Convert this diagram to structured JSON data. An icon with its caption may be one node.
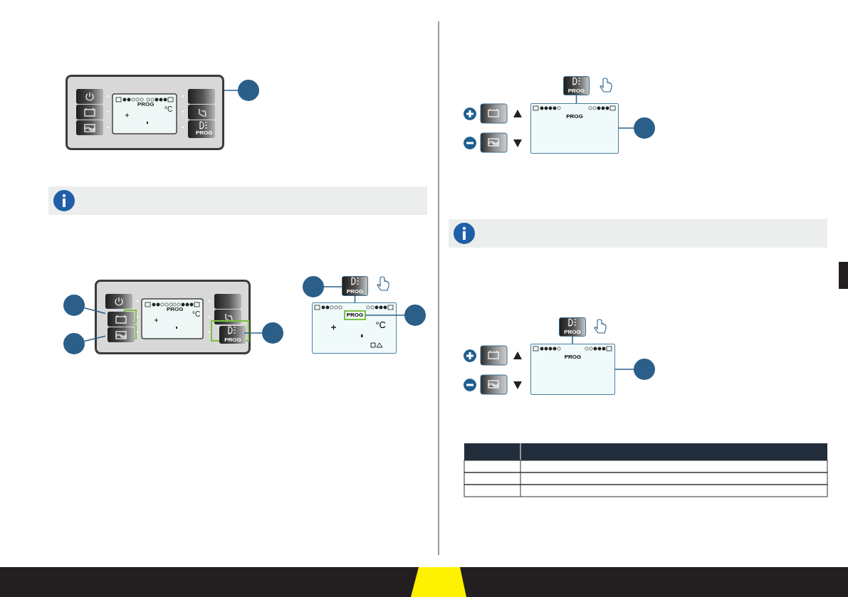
{
  "diagram": {
    "nodes": [
      {
        "text": [],
        "shape": "picture"
      },
      {
        "text": [],
        "shape": "circle"
      },
      {
        "text": [],
        "shape": "picture"
      },
      {
        "text": [],
        "shape": "box",
        "in": 2
      },
      {
        "text": [],
        "shape": "box",
        "in": 2
      },
      {
        "text": [
          "PROG"
        ],
        "in": 2
      },
      {
        "text": [],
        "shape": "circle"
      },
      {
        "text": [],
        "shape": "circle"
      },
      {
        "text": [],
        "shape": "circle"
      },
      {
        "text": [
          "PROG"
        ]
      },
      {
        "text": [
          "°C"
        ]
      },
      {
        "text": [
          "PROG"
        ],
        "in": 10
      },
      {
        "text": [],
        "shape": "circle"
      },
      {
        "text": [],
        "shape": "circle"
      },
      {
        "text": [
          "PROG"
        ]
      },
      {
        "text": [
          "PROG"
        ]
      },
      {
        "text": [],
        "shape": "circle"
      },
      {
        "text": [
          "PROG"
        ]
      },
      {
        "text": [
          "PROG"
        ]
      },
      {
        "text": [],
        "shape": "circle"
      }
    ],
    "edges": [
      {
        "from": 1,
        "to": 0,
        "arrow": "none"
      },
      {
        "from": 6,
        "to": 3,
        "arrow": "none"
      },
      {
        "from": 7,
        "to": 4,
        "arrow": "none"
      },
      {
        "from": 8,
        "to": 5,
        "arrow": "none"
      },
      {
        "from": 12,
        "to": 9,
        "arrow": "none"
      },
      {
        "from": 9,
        "to": 10,
        "arrow": "none"
      },
      {
        "from": 13,
        "to": 11,
        "arrow": "none"
      },
      {
        "from": 14,
        "to": 15,
        "arrow": "none"
      },
      {
        "from": 16,
        "to": 15,
        "arrow": "none"
      },
      {
        "from": 17,
        "to": 18,
        "arrow": "none"
      },
      {
        "from": 19,
        "to": 18,
        "arrow": "none"
      }
    ],
    "labels": [
      "PROG",
      "°C",
      "PROG",
      "PROG",
      "°C"
    ]
  }
}
